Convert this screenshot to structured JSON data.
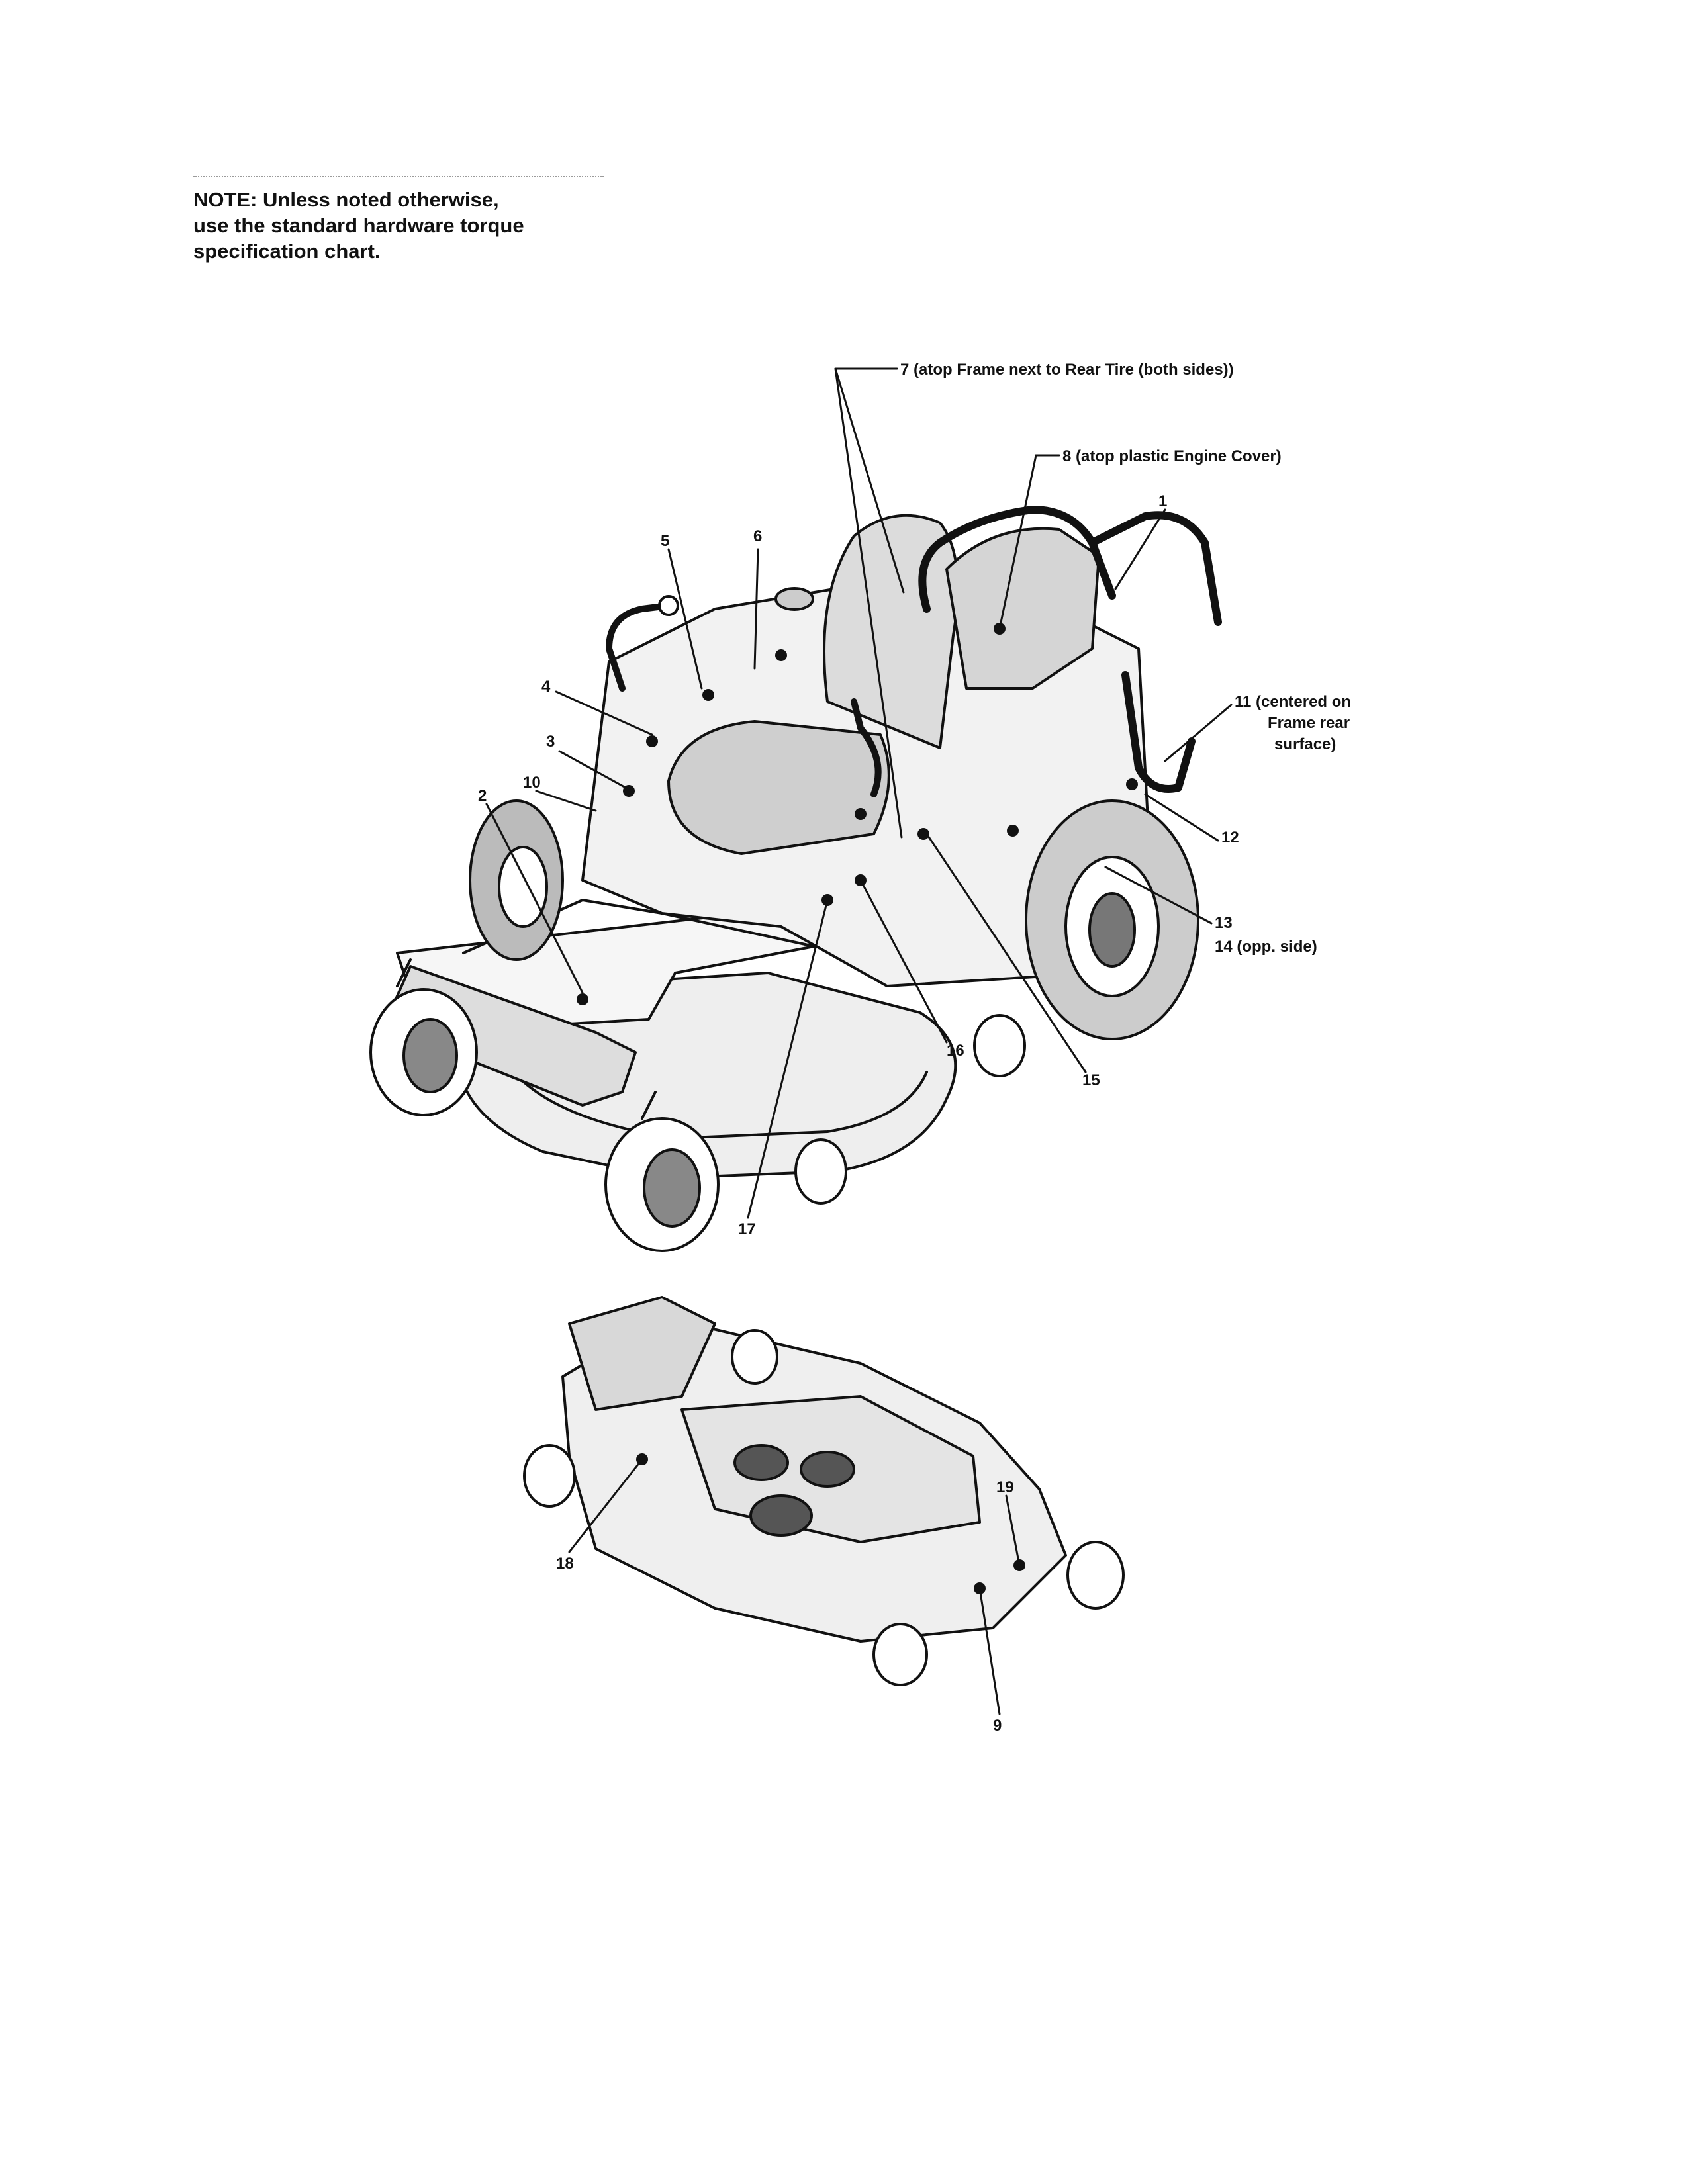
{
  "note": {
    "lines": [
      "NOTE: Unless noted otherwise,",
      "use the standard hardware torque",
      "specification chart."
    ]
  },
  "callouts": {
    "c1": "1",
    "c2": "2",
    "c3": "3",
    "c4": "4",
    "c5": "5",
    "c6": "6",
    "c7": "7 (atop Frame next to Rear Tire (both sides))",
    "c8": "8 (atop plastic Engine Cover)",
    "c9": "9",
    "c10": "10",
    "c11a": "11 (centered on",
    "c11b": "Frame rear",
    "c11c": "surface)",
    "c12": "12",
    "c13": "13",
    "c14": "14 (opp. side)",
    "c15": "15",
    "c16": "16",
    "c17": "17",
    "c18": "18",
    "c19": "19"
  },
  "colors": {
    "ink": "#111111",
    "shade": "#6a6a6a",
    "light": "#d8d8d8"
  }
}
